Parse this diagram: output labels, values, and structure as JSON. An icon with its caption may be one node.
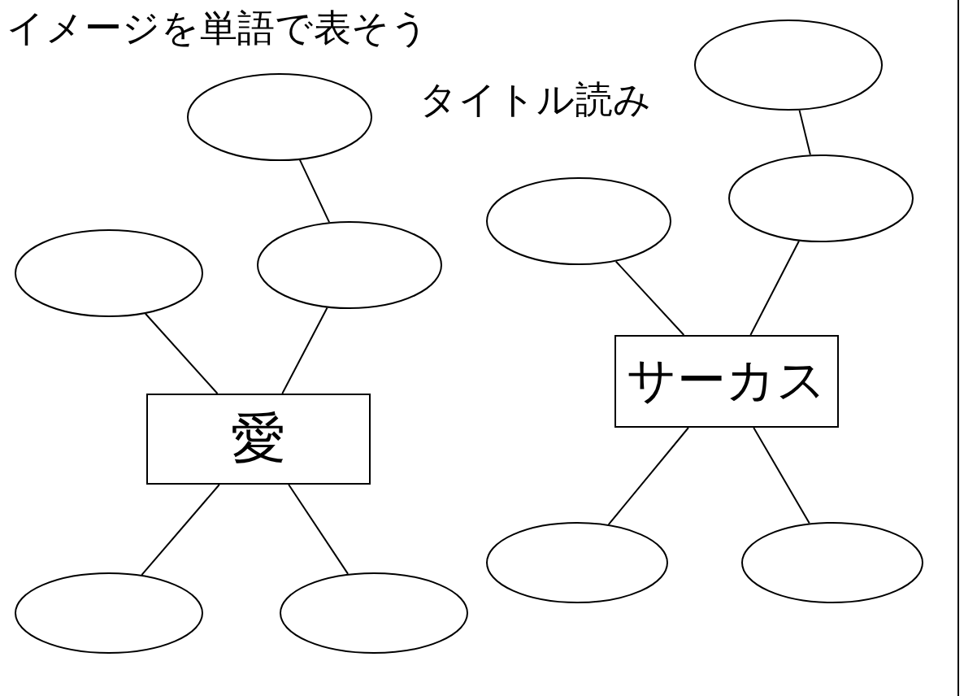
{
  "diagram": {
    "title": "イメージを単語で表そう",
    "nodes": [
      {
        "text": [],
        "shape": "ellipse"
      },
      {
        "text": [],
        "shape": "ellipse"
      },
      {
        "text": [],
        "shape": "ellipse"
      },
      {
        "text": [
          "愛"
        ]
      },
      {
        "text": [],
        "shape": "ellipse"
      },
      {
        "text": [],
        "shape": "ellipse"
      },
      {
        "text": [],
        "shape": "ellipse"
      },
      {
        "text": [],
        "shape": "ellipse"
      },
      {
        "text": [],
        "shape": "ellipse"
      },
      {
        "text": [
          "サーカス"
        ]
      },
      {
        "text": [],
        "shape": "ellipse"
      },
      {
        "text": [],
        "shape": "ellipse"
      }
    ],
    "edges": [
      {
        "from": 0,
        "to": 2,
        "arrow": "none"
      },
      {
        "from": 1,
        "to": 3,
        "arrow": "none"
      },
      {
        "from": 2,
        "to": 3,
        "arrow": "none"
      },
      {
        "from": 3,
        "to": 4,
        "arrow": "none"
      },
      {
        "from": 3,
        "to": 5,
        "arrow": "none"
      },
      {
        "from": 6,
        "to": 8,
        "arrow": "none"
      },
      {
        "from": 7,
        "to": 9,
        "arrow": "none"
      },
      {
        "from": 8,
        "to": 9,
        "arrow": "none"
      },
      {
        "from": 9,
        "to": 10,
        "arrow": "none"
      },
      {
        "from": 9,
        "to": 11,
        "arrow": "none"
      }
    ],
    "labels": [
      "タイトル読み"
    ]
  }
}
